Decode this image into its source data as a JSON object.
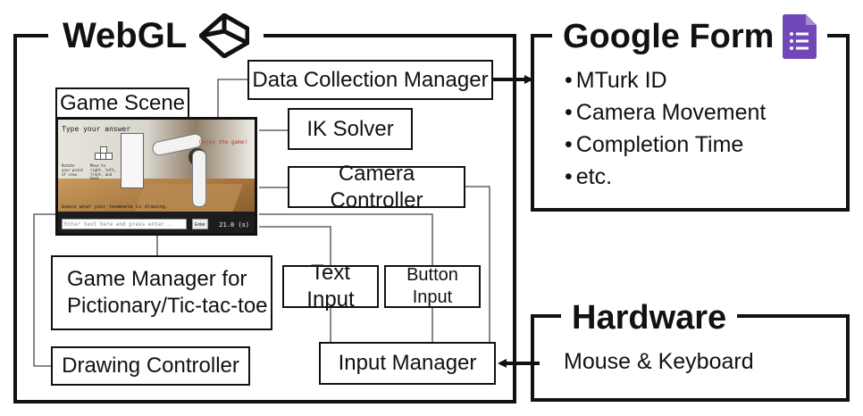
{
  "webgl": {
    "title": "WebGL",
    "logo_icon": "unity-logo-icon"
  },
  "google_form": {
    "title": "Google Form",
    "icon": "google-forms-icon",
    "icon_color": "#7248b9",
    "items": [
      "MTurk ID",
      "Camera Movement",
      "Completion Time",
      "etc."
    ]
  },
  "hardware": {
    "title": "Hardware",
    "item": "Mouse & Keyboard"
  },
  "components": {
    "data_collection_manager": "Data Collection Manager",
    "game_scene": "Game Scene",
    "ik_solver": "IK Solver",
    "camera_controller": "Camera Controller",
    "game_manager_line1": "Game Manager for",
    "game_manager_line2": "Pictionary/Tic-tac-toe",
    "text_input": "Text Input",
    "button_input": "Button Input",
    "drawing_controller": "Drawing Controller",
    "input_manager": "Input Manager"
  },
  "scene_screenshot": {
    "prompt": "Type your answer",
    "hint": "Enjoy the game!",
    "rotate_hint": "Rotate your point of view",
    "move_hint": "Move to right, left, front, and back",
    "teammate_text": "Guess what your teammate is drawing.",
    "input_placeholder": "Enter text here and press enter...",
    "enter_button": "Enter",
    "timer": "21.0 (s)"
  }
}
